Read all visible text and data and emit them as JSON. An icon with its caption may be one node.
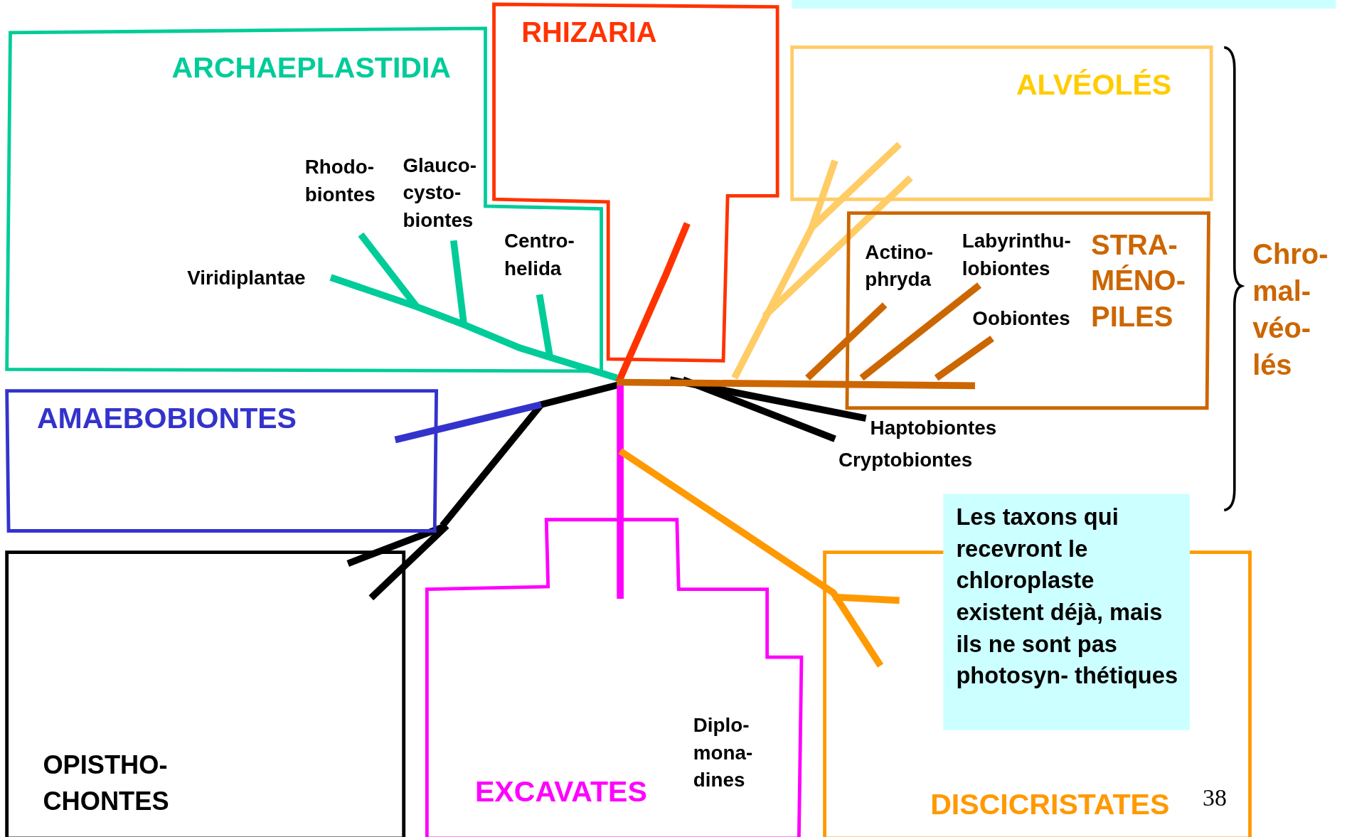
{
  "diagram": {
    "nodes": [
      {
        "text": [
          "ARCHAEPLASTIDIA",
          "Rhodo- biontes",
          "Glauco- cysto- biontes",
          "Centro- helida",
          "Viridiplantae"
        ]
      },
      {
        "text": [
          "RHIZARIA"
        ]
      },
      {
        "text": [
          "ALVÉOLÉS"
        ]
      },
      {
        "text": [
          "Actino- phryda",
          "Labyrinthu- lobiontes",
          "STRA- MÉNO- PILES",
          "Oobiontes"
        ]
      },
      {
        "text": [
          "AMAEBOBIONTES"
        ]
      },
      {
        "text": [
          "Les taxons qui recevront le chloroplaste existent déjà, mais ils ne sont pas photosyn- thétiques"
        ]
      },
      {
        "text": [
          "OPISTHO- CHONTES"
        ]
      },
      {
        "text": [
          "EXCAVATES",
          "Diplo- mona- dines"
        ]
      },
      {
        "text": [
          "DISCICRISTATES"
        ]
      }
    ],
    "labels": [
      "Haptobiontes",
      "Cryptobiontes",
      "Chro- mal- véo- lés",
      "38"
    ]
  }
}
